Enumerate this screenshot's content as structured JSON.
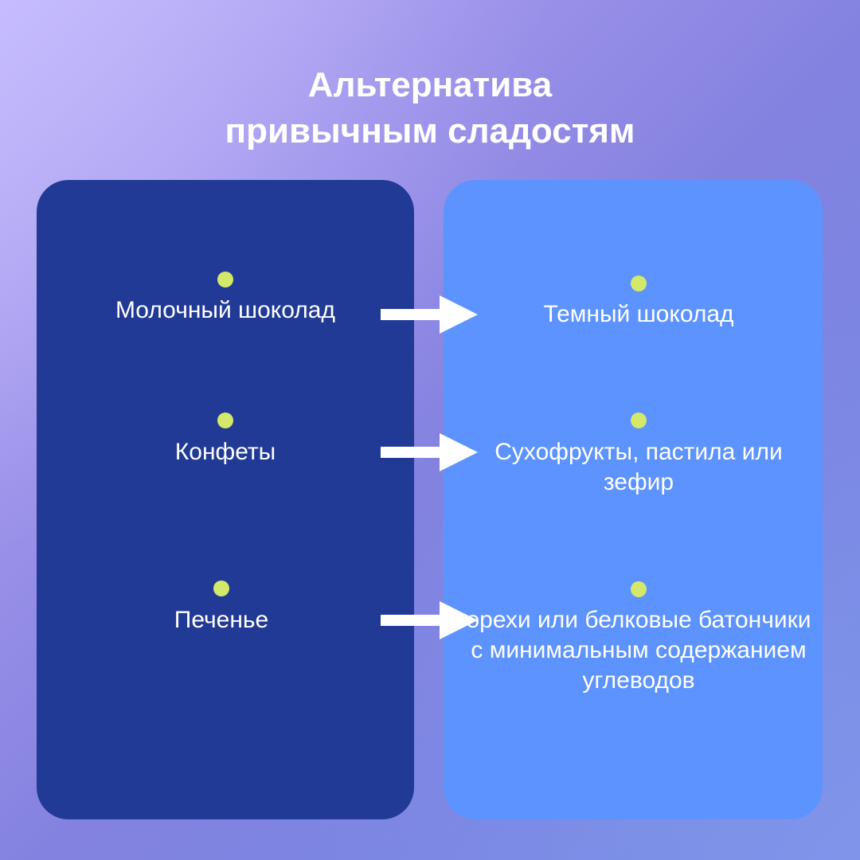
{
  "title": {
    "line1": "Альтернатива",
    "line2": "привычным сладостям"
  },
  "rows": [
    {
      "from": "Молочный шоколад",
      "to": "Темный шоколад"
    },
    {
      "from": "Конфеты",
      "to": "Сухофрукты, пастила или зефир"
    },
    {
      "from": "Печенье",
      "to": "орехи или белковые батончики с минимальным содержанием углеводов"
    }
  ],
  "colors": {
    "left_panel": "#213a95",
    "right_panel": "#5d93fe",
    "dot": "#d4e86a",
    "text": "#ffffff"
  }
}
